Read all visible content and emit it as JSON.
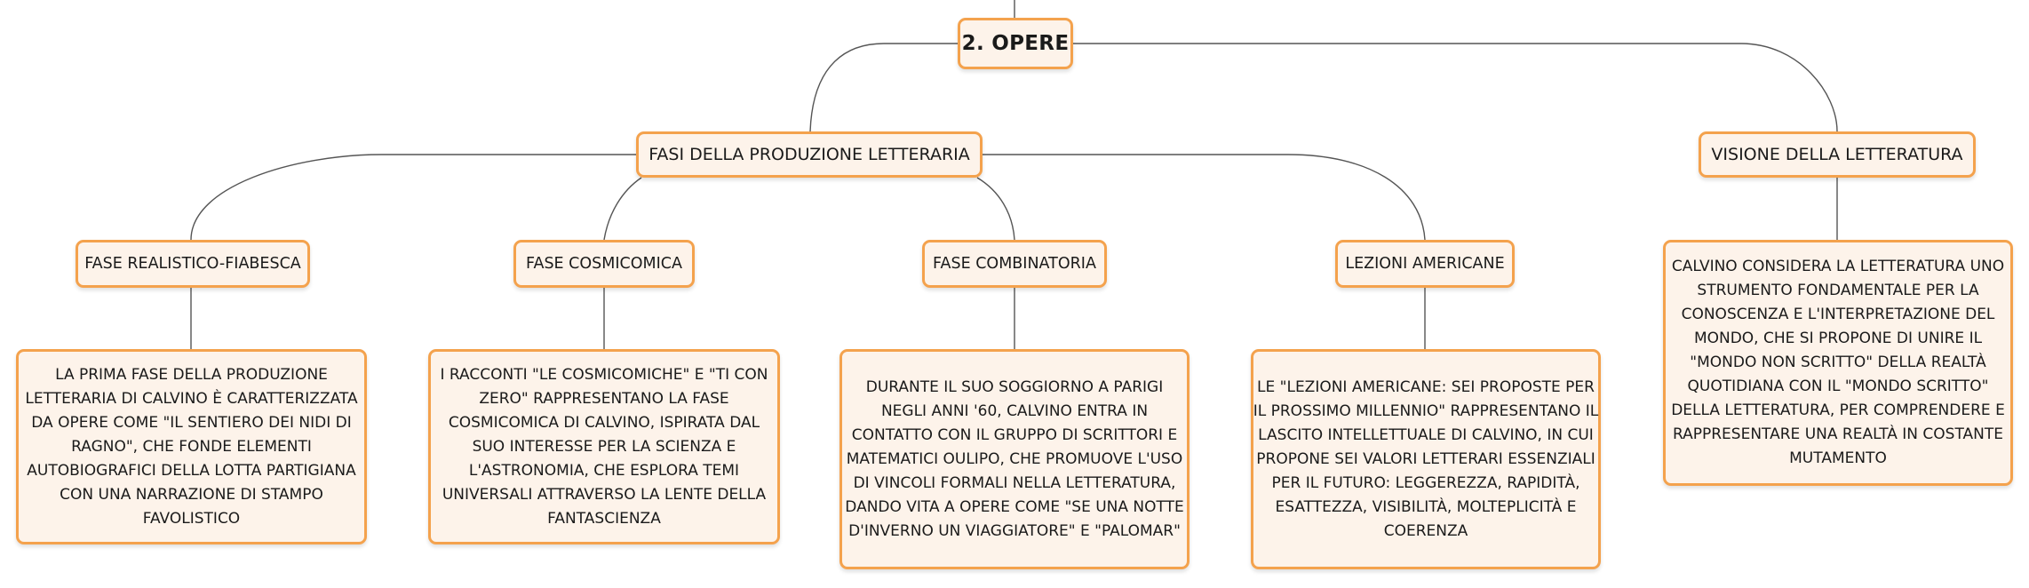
{
  "root": {
    "label": "2. OPERE"
  },
  "branches": {
    "phases": {
      "label": "FASI DELLA PRODUZIONE LETTERARIA"
    },
    "vision": {
      "label": "VISIONE DELLA LETTERATURA"
    }
  },
  "phases": [
    {
      "label": "FASE REALISTICO-FIABESCA",
      "description": [
        "LA PRIMA FASE DELLA PRODUZIONE",
        "LETTERARIA DI CALVINO È CARATTERIZZATA",
        "DA OPERE COME \"IL SENTIERO DEI NIDI DI",
        "RAGNO\", CHE FONDE ELEMENTI",
        "AUTOBIOGRAFICI DELLA LOTTA PARTIGIANA",
        "CON UNA NARRAZIONE DI STAMPO",
        "FAVOLISTICO"
      ]
    },
    {
      "label": "FASE COSMICOMICA",
      "description": [
        "I RACCONTI \"LE COSMICOMICHE\" E \"TI CON",
        "ZERO\" RAPPRESENTANO LA FASE",
        "COSMICOMICA DI CALVINO, ISPIRATA DAL",
        "SUO INTERESSE PER LA SCIENZA E",
        "L'ASTRONOMIA, CHE ESPLORA TEMI",
        "UNIVERSALI ATTRAVERSO LA LENTE DELLA",
        "FANTASCIENZA"
      ]
    },
    {
      "label": "FASE COMBINATORIA",
      "description": [
        "DURANTE IL SUO SOGGIORNO A PARIGI",
        "NEGLI ANNI '60, CALVINO ENTRA IN",
        "CONTATTO CON IL GRUPPO DI SCRITTORI E",
        "MATEMATICI OULIPO, CHE PROMUOVE L'USO",
        "DI VINCOLI FORMALI NELLA LETTERATURA,",
        "DANDO VITA A OPERE COME \"SE UNA NOTTE",
        "D'INVERNO UN VIAGGIATORE\" E \"PALOMAR\""
      ]
    },
    {
      "label": "LEZIONI AMERICANE",
      "description": [
        "LE \"LEZIONI AMERICANE: SEI PROPOSTE PER",
        "IL PROSSIMO MILLENNIO\" RAPPRESENTANO IL",
        "LASCITO INTELLETTUALE DI CALVINO, IN CUI",
        "PROPONE SEI VALORI LETTERARI ESSENZIALI",
        "PER IL FUTURO: LEGGEREZZA, RAPIDITÀ,",
        "ESATTEZZA, VISIBILITÀ, MOLTEPLICITÀ E",
        "COERENZA"
      ]
    }
  ],
  "vision": {
    "description": [
      "CALVINO CONSIDERA LA LETTERATURA UNO",
      "STRUMENTO FONDAMENTALE PER LA",
      "CONOSCENZA E L'INTERPRETAZIONE DEL",
      "MONDO, CHE SI PROPONE DI UNIRE IL",
      "\"MONDO NON SCRITTO\" DELLA REALTÀ",
      "QUOTIDIANA CON IL \"MONDO SCRITTO\"",
      "DELLA LETTERATURA, PER COMPRENDERE E",
      "RAPPRESENTARE UNA REALTÀ IN COSTANTE",
      "MUTAMENTO"
    ]
  },
  "colors": {
    "node_border": "#f4a24d",
    "node_fill": "#fdf3ea",
    "connector": "#555555"
  }
}
